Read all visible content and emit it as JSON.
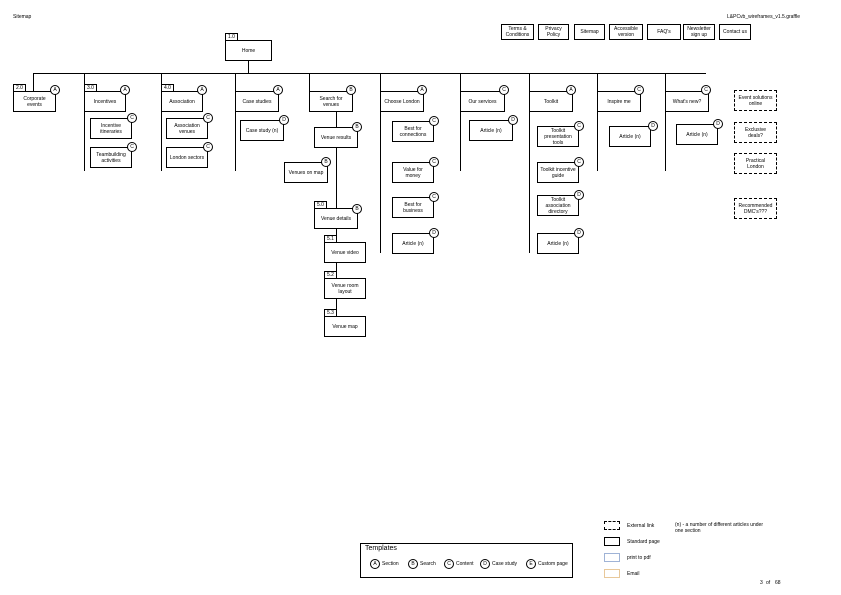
{
  "header": {
    "title": "Sitemap",
    "file": "L&PCvb_wireframes_v1.5.graffle"
  },
  "utility_nav": [
    "Terms & Conditions",
    "Privacy Policy",
    "Sitemap",
    "Accessible version",
    "FAQ's",
    "Newsletter sign up",
    "Contact us"
  ],
  "home": {
    "label": "Home",
    "num": "1.0"
  },
  "sections": {
    "corporate": {
      "label": "Corporate events",
      "num": "2.0",
      "tpl": "A"
    },
    "incentives": {
      "label": "Incentives",
      "num": "3.0",
      "tpl": "A",
      "children": [
        {
          "label": "Incentive itineraries",
          "tpl": "C"
        },
        {
          "label": "Teambuilding activities",
          "tpl": "C"
        }
      ]
    },
    "association": {
      "label": "Association",
      "num": "4.0",
      "tpl": "A",
      "children": [
        {
          "label": "Association venues",
          "tpl": "C"
        },
        {
          "label": "London sectors",
          "tpl": "C"
        }
      ]
    },
    "case_studies": {
      "label": "Case studies",
      "tpl": "A",
      "children": [
        {
          "label": "Case study (n)",
          "tpl": "D"
        }
      ]
    },
    "search": {
      "label": "Search for venues",
      "tpl": "B",
      "results": {
        "label": "Venue results",
        "tpl": "B"
      },
      "map": {
        "label": "Venues on map",
        "tpl": "B"
      },
      "details": {
        "label": "Venue details",
        "num": "5.0",
        "tpl": "B"
      },
      "details_children": [
        {
          "label": "Venue video",
          "num": "5.1"
        },
        {
          "label": "Venue room layout",
          "num": "5.2"
        },
        {
          "label": "Venue map",
          "num": "5.3"
        }
      ]
    },
    "choose": {
      "label": "Choose London",
      "tpl": "A",
      "children": [
        {
          "label": "Best for connections",
          "tpl": "C"
        },
        {
          "label": "Value for money",
          "tpl": "C"
        },
        {
          "label": "Best for business",
          "tpl": "C"
        },
        {
          "label": "Article (n)",
          "tpl": "D"
        }
      ]
    },
    "services": {
      "label": "Our services",
      "tpl": "C",
      "children": [
        {
          "label": "Article (n)",
          "tpl": "D"
        }
      ]
    },
    "toolkit": {
      "label": "Toolkit",
      "tpl": "A",
      "children": [
        {
          "label": "Toolkit presentation tools",
          "tpl": "C"
        },
        {
          "label": "Toolkit incentive guide",
          "tpl": "C"
        },
        {
          "label": "Toolkit association directory",
          "tpl": "D"
        },
        {
          "label": "Article (n)",
          "tpl": "D"
        }
      ]
    },
    "inspire": {
      "label": "Inspire me",
      "tpl": "C",
      "children": [
        {
          "label": "Article (n)",
          "tpl": "D"
        }
      ]
    },
    "whats_new": {
      "label": "What's new?",
      "tpl": "C",
      "children": [
        {
          "label": "Article (n)",
          "tpl": "D"
        }
      ]
    }
  },
  "external": [
    "Event solutions online",
    "Exclusive deals?",
    "Practical London",
    "Recommended DMC's???"
  ],
  "key": {
    "items": [
      "External link",
      "Standard page",
      "print to pdf",
      "Email"
    ],
    "note": "(n) - a number of different articles under one section",
    "colors": {
      "pdf": "#9fb3d6",
      "email": "#e8c89a"
    }
  },
  "templates": {
    "title": "Templates",
    "items": [
      {
        "letter": "A",
        "label": "Section"
      },
      {
        "letter": "B",
        "label": "Search"
      },
      {
        "letter": "C",
        "label": "Content"
      },
      {
        "letter": "D",
        "label": "Case study"
      },
      {
        "letter": "E",
        "label": "Custom page"
      }
    ]
  },
  "page": {
    "current": "3",
    "of": "of",
    "total": "68"
  }
}
